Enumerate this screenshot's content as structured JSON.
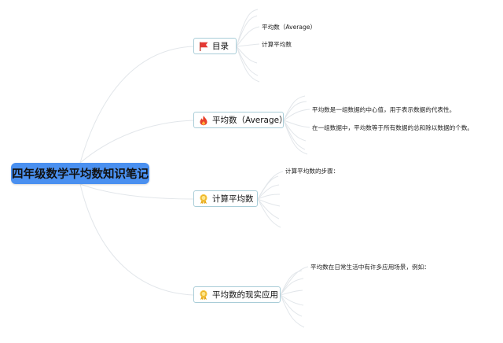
{
  "root": {
    "label": "四年级数学平均数知识笔记"
  },
  "branches": [
    {
      "label": "目录",
      "icon": "red-flag-icon",
      "children": [
        "平均数（Average）",
        "计算平均数"
      ]
    },
    {
      "label": "平均数（Average）",
      "icon": "fire-icon",
      "children": [
        "平均数是一组数据的中心值，用于表示数据的代表性。",
        "在一组数据中，平均数等于所有数据的总和除以数据的个数。"
      ]
    },
    {
      "label": "计算平均数",
      "icon": "ribbon-badge-icon",
      "children": [
        "计算平均数的步骤："
      ]
    },
    {
      "label": "平均数的现实应用",
      "icon": "ribbon-badge-icon",
      "children": [
        "平均数在日常生活中有许多应用场景，例如："
      ]
    }
  ],
  "colors": {
    "root": "#4a90f0",
    "node_border": "#a9cdd8",
    "connector": "#e2e6ea"
  }
}
